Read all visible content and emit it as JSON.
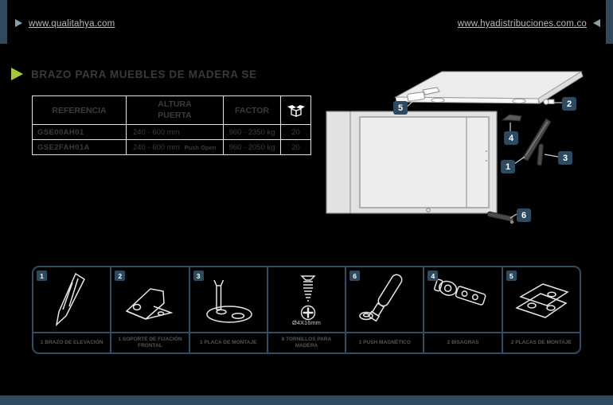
{
  "header": {
    "left_link": "www.qualitahya.com",
    "right_link": "www.hyadistribuciones.com.co"
  },
  "page": {
    "title": "BRAZO PARA MUEBLES DE MADERA SE"
  },
  "table": {
    "col_referencia": "REFERENCIA",
    "col_altura": "ALTURA PUERTA",
    "col_factor": "FACTOR",
    "col_qty_icon": "box-icon",
    "rows": [
      {
        "referencia": "GSE00AH01",
        "altura": "240 - 600 mm",
        "altura_note": "",
        "factor": "960 - 2350 kg",
        "qty": "20"
      },
      {
        "referencia": "GSE2FAH01A",
        "altura": "240 - 600 mm",
        "altura_note": "Push Open",
        "factor": "960 - 2050 kg",
        "qty": "20"
      }
    ]
  },
  "diagram": {
    "callouts": [
      "1",
      "2",
      "3",
      "4",
      "5",
      "6"
    ]
  },
  "parts": [
    {
      "badge": "1",
      "label": "1 BRAZO DE ELEVACIÓN"
    },
    {
      "badge": "2",
      "label": "1 SOPORTE DE FIJACIÓN FRONTAL"
    },
    {
      "badge": "3",
      "label": "1 PLACA DE MONTAJE"
    },
    {
      "badge": "",
      "label": "8 TORNILLOS PARA MADERA",
      "note": "Ø4X16mm"
    },
    {
      "badge": "6",
      "label": "1 PUSH MAGNÉTICO"
    },
    {
      "badge": "4",
      "label": "2 BISAGRAS"
    },
    {
      "badge": "5",
      "label": "2 PLACAS DE MONTAJE"
    }
  ],
  "colors": {
    "background": "#000000",
    "accent_slate": "#31495c",
    "badge_slate": "#2d4b60",
    "reference_blue": "#3f6f8e",
    "title_gray": "#3a3a3a",
    "arrow_green": "#a6c838"
  }
}
